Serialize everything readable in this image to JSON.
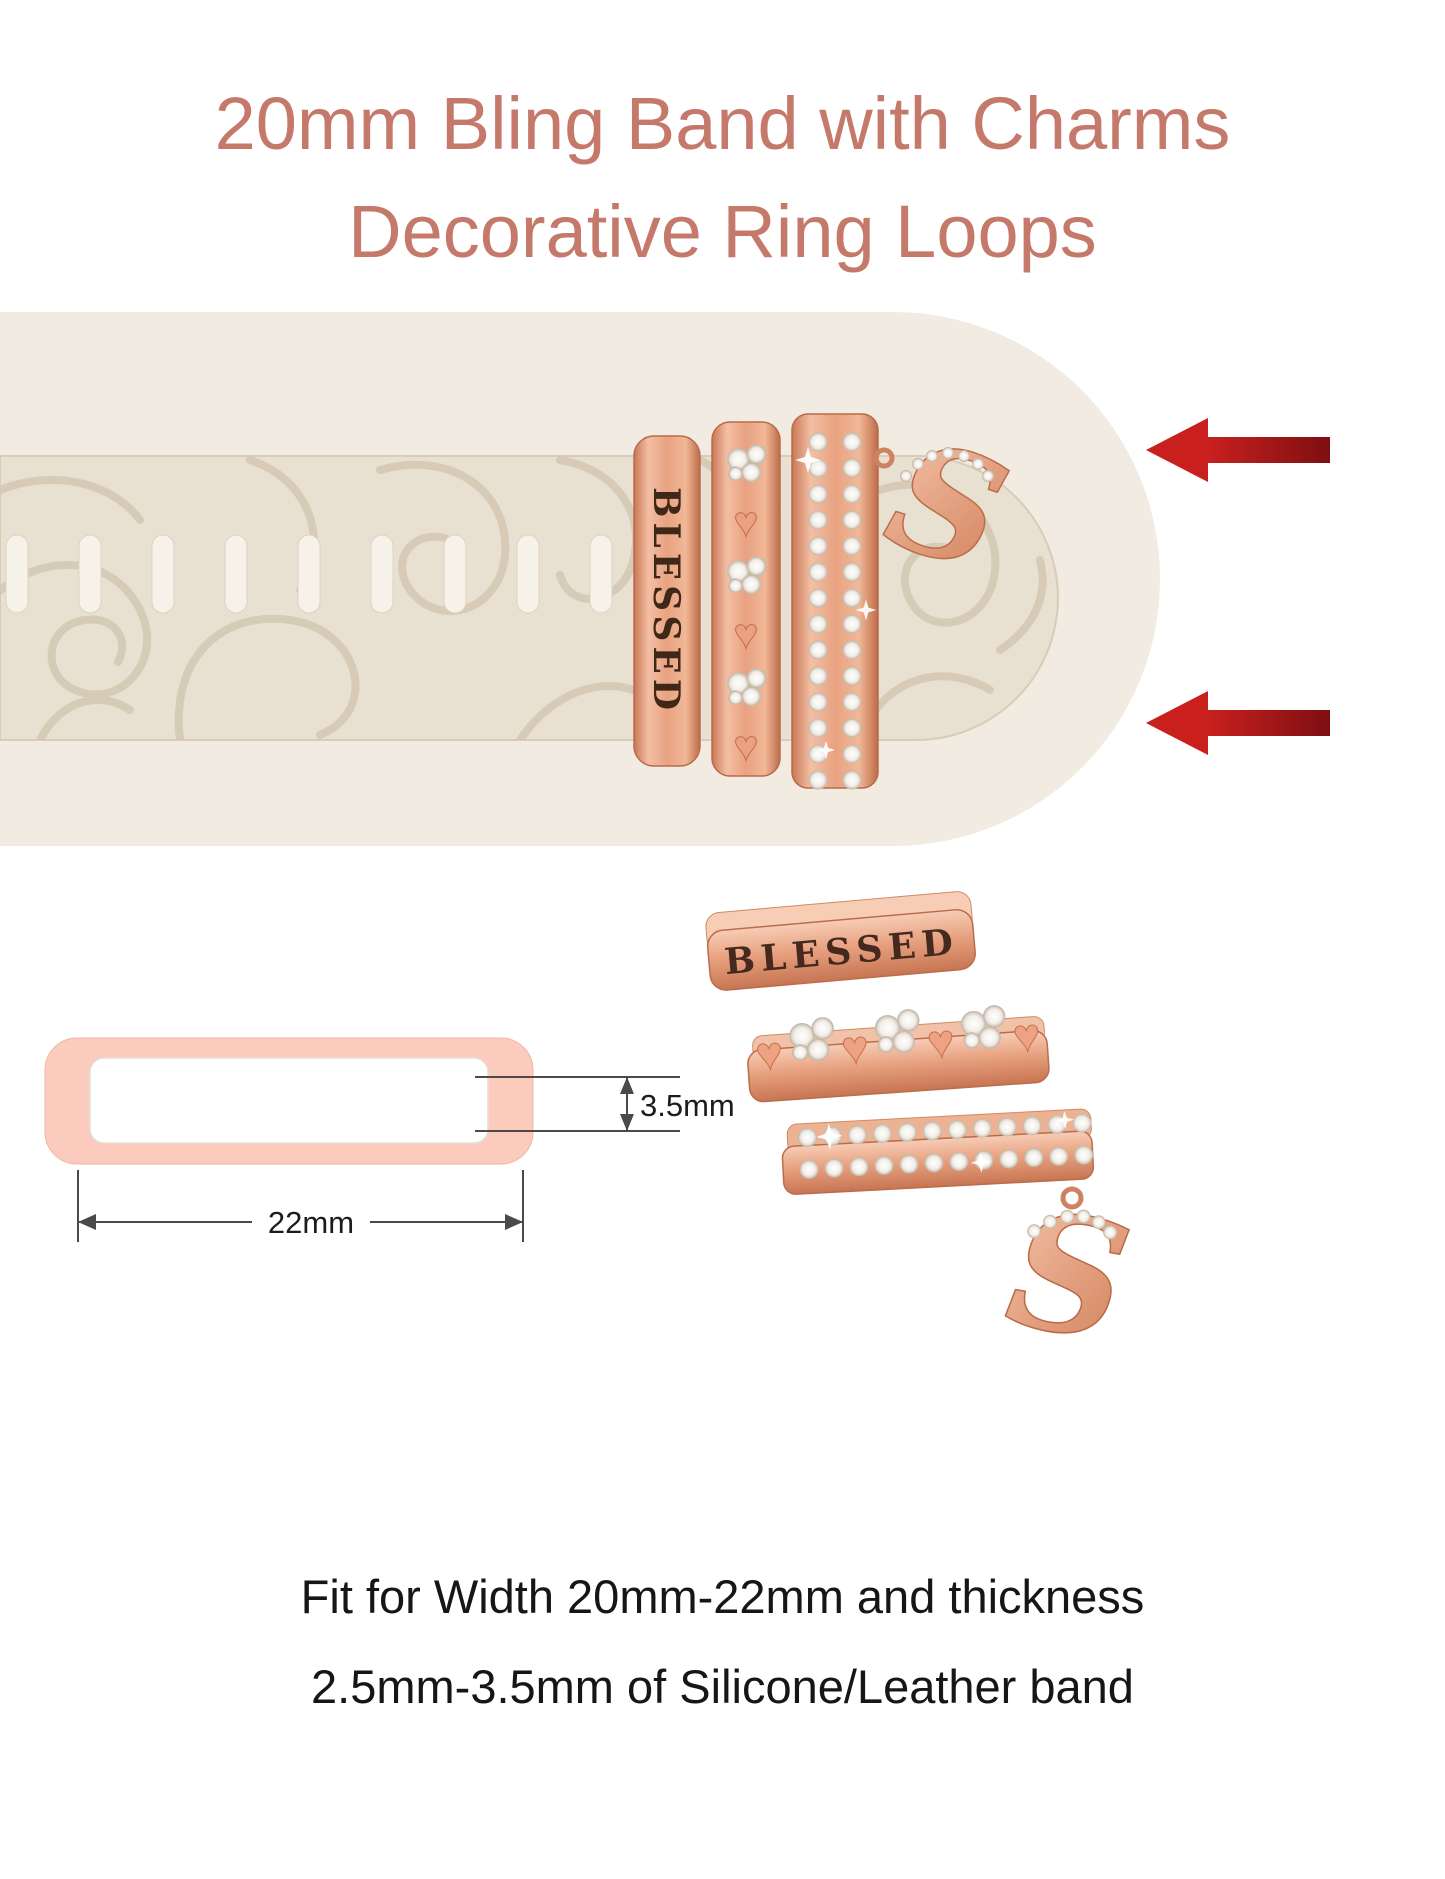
{
  "title": {
    "line1": "20mm Bling Band with Charms",
    "line2": "Decorative Ring Loops"
  },
  "band": {
    "blessed": "BLESSED",
    "initial": "S"
  },
  "schematic": {
    "thickness": "3.5mm",
    "width": "22mm"
  },
  "charms": {
    "blessed": "BLESSED",
    "initial": "S"
  },
  "footer": {
    "line1": "Fit for Width 20mm-22mm and thickness",
    "line2": "2.5mm-3.5mm of Silicone/Leather band"
  },
  "icons": {
    "heart": "♥"
  },
  "colors": {
    "title_text": "#c5796b",
    "band_background": "#f1ebe2",
    "band_strip": "#e8e0d1",
    "loop_pink": "#fbcbbe",
    "rose_gold": "#e8a281",
    "arrow_red": "#c9201e",
    "footer_text": "#161616"
  }
}
